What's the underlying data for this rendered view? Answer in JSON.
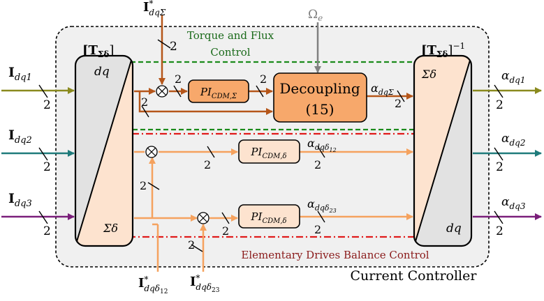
{
  "container": {
    "label": "Current Controller"
  },
  "regions": {
    "torque_flux": {
      "line1": "Torque and Flux",
      "line2": "Control"
    },
    "balance": {
      "label": "Elementary Drives Balance Control"
    }
  },
  "transforms": {
    "forward": {
      "title_base": "[T",
      "title_sub": "Σδ",
      "title_close": "]",
      "top_label": "dq",
      "bottom_label": "Σδ"
    },
    "inverse": {
      "title_base": "[T",
      "title_sub": "Σδ",
      "title_close": "]",
      "title_sup": "−1",
      "top_label": "Σδ",
      "bottom_label": "dq"
    }
  },
  "inputs": [
    {
      "base": "I",
      "sub": "dq1"
    },
    {
      "base": "I",
      "sub": "dq2"
    },
    {
      "base": "I",
      "sub": "dq3"
    }
  ],
  "outputs": [
    {
      "base": "α",
      "sub": "dq1"
    },
    {
      "base": "α",
      "sub": "dq2"
    },
    {
      "base": "α",
      "sub": "dq3"
    }
  ],
  "references": {
    "sigma": {
      "base": "I",
      "sup": "*",
      "sub": "dqΣ"
    },
    "delta12": {
      "base": "I",
      "sup": "*",
      "sub": "dqδ",
      "subsub": "12"
    },
    "delta23": {
      "base": "I",
      "sup": "*",
      "sub": "dqδ",
      "subsub": "23"
    },
    "omega": {
      "base": "Ω",
      "sub": "e"
    }
  },
  "blocks": {
    "pi_sigma": {
      "base": "PI",
      "sub": "CDM,Σ"
    },
    "pi_delta_1": {
      "base": "PI",
      "sub": "CDM,δ"
    },
    "pi_delta_2": {
      "base": "PI",
      "sub": "CDM,δ"
    },
    "decoupling": {
      "line1": "Decoupling",
      "line2": "(15)"
    }
  },
  "signals": {
    "alpha_sigma": {
      "base": "α",
      "sub": "dqΣ"
    },
    "alpha_d12": {
      "base": "α",
      "sub": "dqδ",
      "subsub": "12"
    },
    "alpha_d23": {
      "base": "α",
      "sub": "dqδ",
      "subsub": "23"
    }
  },
  "bus_width": "2",
  "colors": {
    "input1": "#8a8a1e",
    "input2": "#1f7b7b",
    "input3": "#7a1f7a",
    "sigma_path": "#b5561a",
    "delta_path": "#f5a25e",
    "omega": "#808080",
    "torque_region": "#1a8a1a",
    "balance_region": "#e01a1a",
    "balance_text": "#8a1a1a",
    "torque_text": "#1a6a1a",
    "block_fill": "#f7a86b",
    "transform_fill_light": "#fde3cf",
    "transform_fill_gray": "#e2e2e2",
    "container_fill": "#f0f0f0"
  }
}
